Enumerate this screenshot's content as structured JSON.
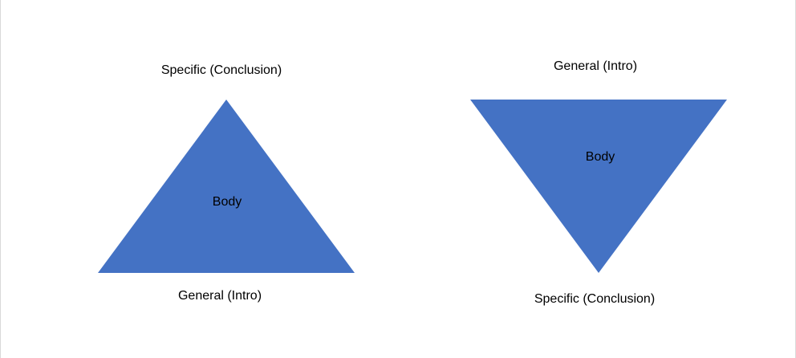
{
  "diagrams": {
    "left": {
      "top_label": "Specific (Conclusion)",
      "center_label": "Body",
      "bottom_label": "General (Intro)"
    },
    "right": {
      "top_label": "General (Intro)",
      "center_label": "Body",
      "bottom_label": "Specific (Conclusion)"
    }
  },
  "colors": {
    "triangle_fill": "#4472C4",
    "text": "#000000",
    "background": "#FFFFFF"
  }
}
